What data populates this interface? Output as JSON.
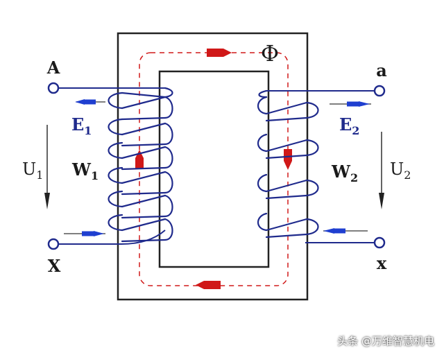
{
  "diagram": {
    "flux_symbol": "Φ",
    "primary": {
      "terminal_top": "A",
      "terminal_bottom": "X",
      "emf_label": "E",
      "emf_sub": "1",
      "voltage_label": "U",
      "voltage_sub": "1",
      "turns_label": "W",
      "turns_sub": "1"
    },
    "secondary": {
      "terminal_top": "a",
      "terminal_bottom": "x",
      "emf_label": "E",
      "emf_sub": "2",
      "voltage_label": "U",
      "voltage_sub": "2",
      "turns_label": "W",
      "turns_sub": "2"
    },
    "colors": {
      "core": "#222222",
      "coil": "#1f2a8c",
      "wire": "#1f2a8c",
      "flux": "#d01818",
      "emf_arrow": "#1f3fd0",
      "voltage_arrow": "#222222"
    }
  },
  "watermark": "头条 @万维智慧机电"
}
